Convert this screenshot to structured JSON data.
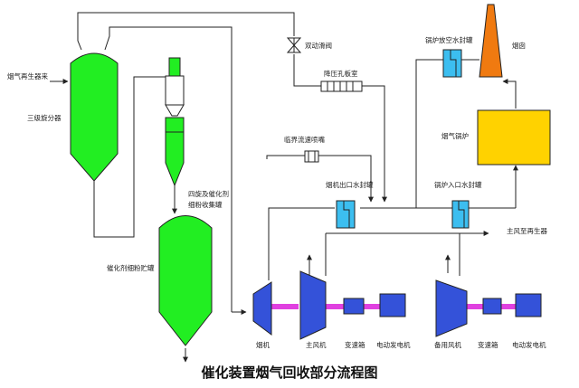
{
  "title": "催化装置烟气回收部分流程图",
  "labels": {
    "flue_from_regen": "烟气再生器来",
    "third_stage_separator": "三级旋分器",
    "double_slide_valve": "双动滑阀",
    "orifice_chamber": "降压孔板室",
    "critical_nozzle": "临界流速喷嘴",
    "cyclone_catalyst": "四旋及催化剂",
    "fines_collector": "细粉收集罐",
    "fines_storage": "催化剂细粉贮罐",
    "expander_outlet_seal": "烟机出口水封罐",
    "boiler_vent_seal": "锅炉放空水封罐",
    "chimney": "烟囱",
    "waste_heat_boiler": "烟气锅炉",
    "boiler_inlet_seal": "锅炉入口水封罐",
    "main_air_to_regen": "主风至再生器",
    "flue_expander": "烟机",
    "main_blower": "主风机",
    "gearbox_1": "变速箱",
    "motor_gen_1": "电动发电机",
    "standby_blower": "备用风机",
    "gearbox_2": "变速箱",
    "motor_gen_2": "电动发电机"
  },
  "colors": {
    "vessel": "#22ee22",
    "seal_pot": "#3cbef0",
    "boiler": "#ffd200",
    "chimney": "#f07a10",
    "machine": "#3452d9",
    "shaft": "#e040e0",
    "line": "#222222"
  },
  "icons": [
    "valve-icon",
    "arrow-icon"
  ]
}
